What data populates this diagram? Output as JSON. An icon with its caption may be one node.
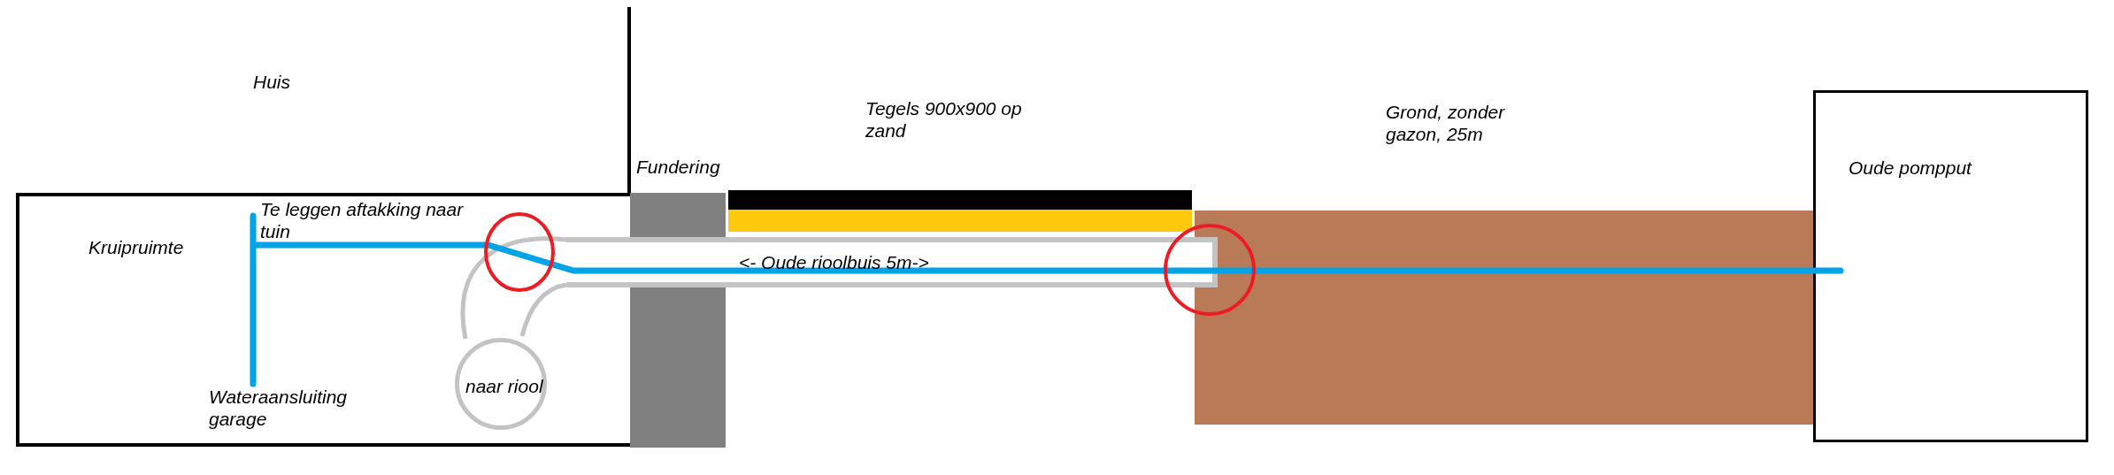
{
  "diagram": {
    "nodes": [
      {
        "text": [
          "Kruipruimte"
        ]
      },
      {
        "text": [
          "Fundering"
        ]
      },
      {
        "text": [
          "Tegels 900x900 op zand"
        ]
      },
      {
        "text": [
          "Grond, zonder gazon, 25m"
        ]
      },
      {
        "text": [
          "Oude pompput"
        ]
      },
      {
        "text": [
          "<- Oude rioolbuis 5m->"
        ]
      },
      {
        "text": [
          "naar riool"
        ],
        "in": 0
      }
    ],
    "edges": [
      {
        "from": 6,
        "to": 5,
        "arrow": "none"
      }
    ],
    "labels": [
      "Huis",
      "Te leggen aftakking naar tuin",
      "Wateraansluiting garage"
    ]
  }
}
